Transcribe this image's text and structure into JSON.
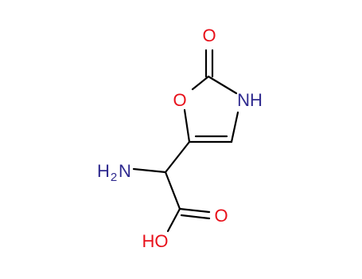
{
  "colors": {
    "background": "#ffffff",
    "bond": "#000000",
    "oxygen": "#e8101a",
    "nitrogen": "#2f2a8f"
  },
  "atoms": {
    "carbonyl_oxygen": "O",
    "ring_oxygen": "O",
    "ring_nitrogen": "NH",
    "amine_h": "H",
    "amine_sub": "2",
    "amine_n": "N",
    "acid_carbonyl_oxygen": "O",
    "hydroxyl": "HO"
  }
}
